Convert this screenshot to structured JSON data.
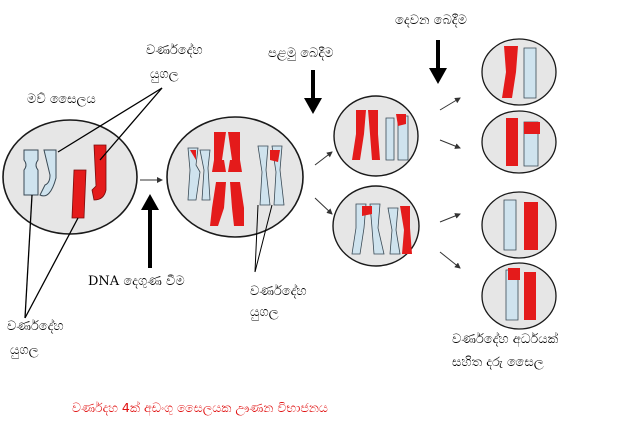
{
  "labels": {
    "mother_cell": "මව් සෛලය",
    "chromosome_pair_top_1": "වර්ණදේහ",
    "chromosome_pair_top_2": "යුගල",
    "first_division": "පළමු බෙදීම",
    "second_division": "දෙවන බෙදීම",
    "dna_doubling": "DNA දෙගුණ වීම",
    "chromosome_pair_mid_1": "වර්ණදේහ",
    "chromosome_pair_mid_2": "යුගල",
    "chromosome_pair_left_1": "වර්ණදේහ",
    "chromosome_pair_left_2": "යුගල",
    "daughter_cells_1": "වර්ණදේහ අර්ධයක්",
    "daughter_cells_2": "සහිත දරු සෛල",
    "caption": "වර්ණදහ 4ක් අඩංගු සෛලයක ඌණන විභාජනය"
  },
  "colors": {
    "cell_fill": "#e6e6e6",
    "cell_stroke": "#1a1a1a",
    "red_chromosome": "#e41b1b",
    "blue_chromosome": "#cfe3ee",
    "caption_red": "#e01010"
  }
}
